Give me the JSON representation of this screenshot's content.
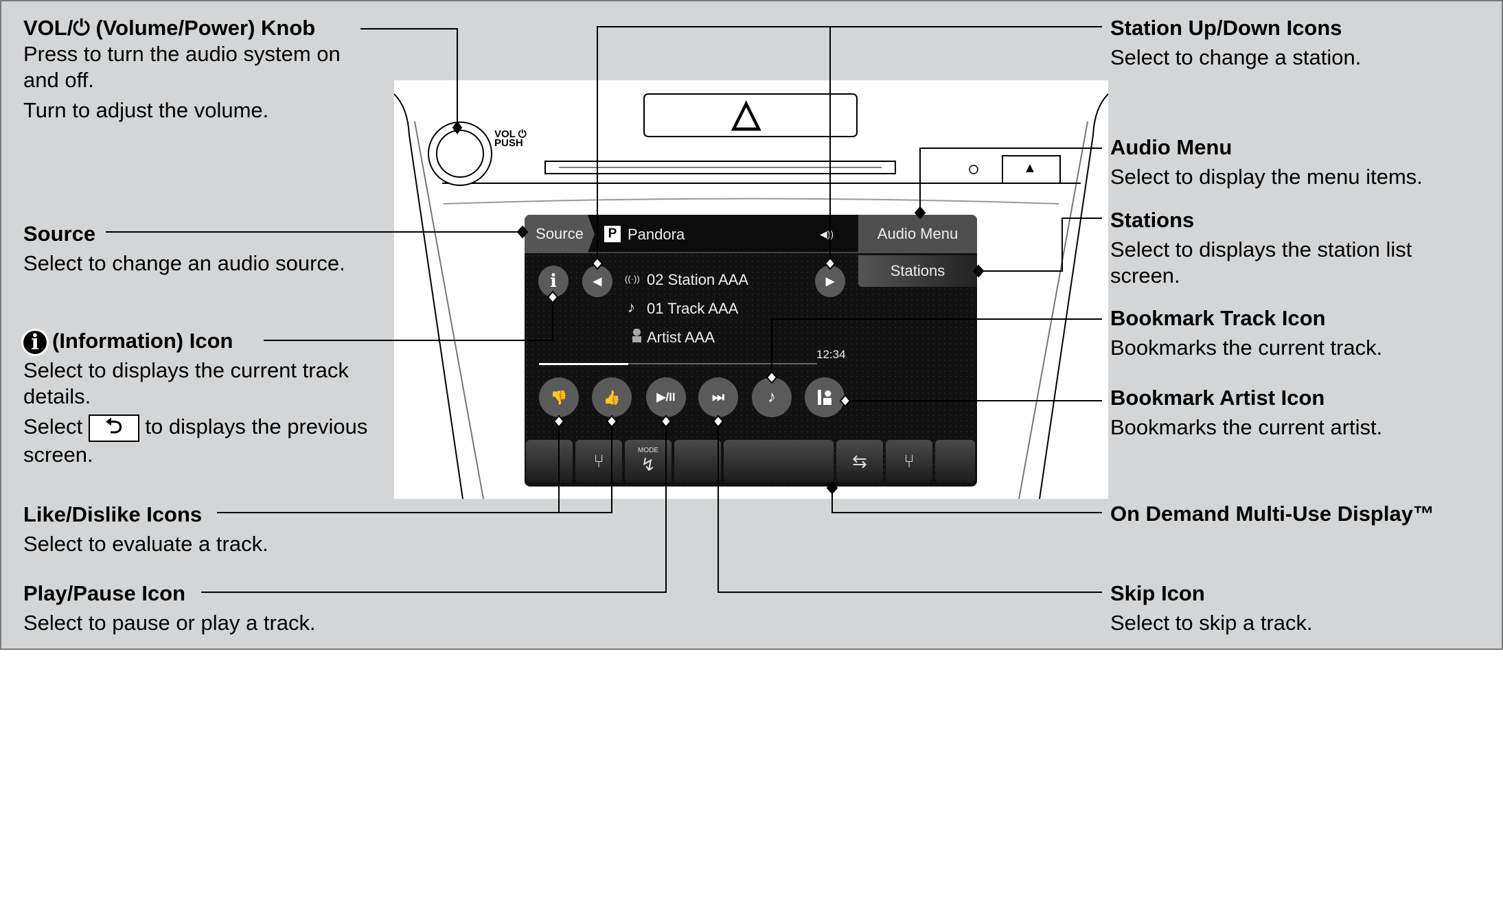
{
  "callouts_left": [
    {
      "title": "VOL/⏻ (Volume/Power) Knob",
      "body": [
        "Press to turn the audio system on",
        "and off.",
        "Turn to adjust the volume."
      ]
    },
    {
      "title": "Source",
      "body": [
        "Select to change an audio source."
      ]
    },
    {
      "title": "(Information) Icon",
      "body": [
        "Select to displays the current track",
        "details."
      ],
      "body2_pre": "Select",
      "body2_post": "to displays the previous",
      "body3": "screen."
    },
    {
      "title": "Like/Dislike Icons",
      "body": [
        "Select to evaluate a track."
      ]
    },
    {
      "title": "Play/Pause Icon",
      "body": [
        "Select to pause or play a track."
      ]
    }
  ],
  "callouts_right": [
    {
      "title": "Station Up/Down Icons",
      "body": [
        "Select to change a station."
      ]
    },
    {
      "title": "Audio Menu",
      "body": [
        "Select to display the menu items."
      ]
    },
    {
      "title": "Stations",
      "body": [
        "Select to displays the station list",
        "screen."
      ]
    },
    {
      "title": "Bookmark Track Icon",
      "body": [
        "Bookmarks the current track."
      ]
    },
    {
      "title": "Bookmark Artist Icon",
      "body": [
        "Bookmarks the current artist."
      ]
    },
    {
      "title": "On Demand Multi-Use Display™",
      "body": []
    },
    {
      "title": "Skip Icon",
      "body": [
        "Select to skip a track."
      ]
    }
  ],
  "device": {
    "vol_label": "VOL",
    "push_label": "PUSH",
    "hazard": "△",
    "eject": "▲"
  },
  "screen": {
    "source": "Source",
    "app_icon": "P",
    "app": "Pandora",
    "audio_menu": "Audio Menu",
    "stations": "Stations",
    "station": "02 Station AAA",
    "track": "01 Track AAA",
    "artist": "Artist AAA",
    "time": "12:34",
    "progress": 0.32,
    "mode": "MODE",
    "icons": {
      "info": "i",
      "prev": "◀",
      "next": "▶",
      "play_pause": "▶/II",
      "skip": "⏭",
      "note": "♪",
      "antenna": "((·))",
      "speaker": "◀))"
    }
  }
}
